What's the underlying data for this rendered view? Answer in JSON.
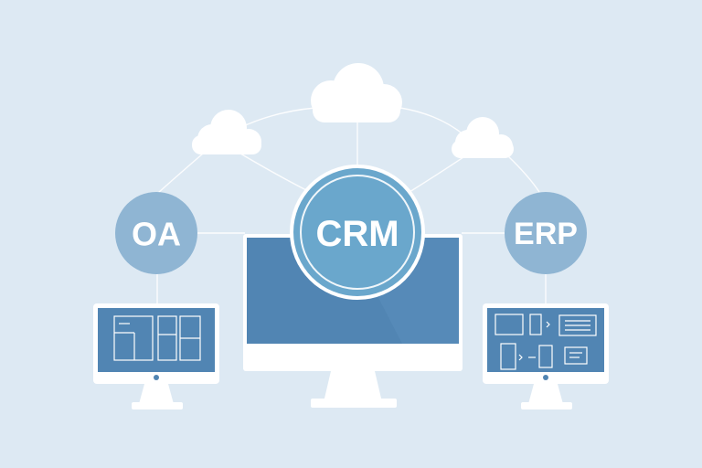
{
  "nodes": {
    "center": {
      "label": "CRM"
    },
    "left": {
      "label": "OA"
    },
    "right": {
      "label": "ERP"
    }
  },
  "icons": [
    "cloud-icon",
    "cloud-icon",
    "cloud-icon",
    "monitor-icon",
    "desktop-monitor-icon",
    "desktop-monitor-icon"
  ],
  "colors": {
    "background": "#dde9f3",
    "node_light": "#8fb5d3",
    "node_center": "#6aa7cc",
    "screen": "#5185b3",
    "frame": "#ffffff",
    "line": "#ffffff"
  }
}
